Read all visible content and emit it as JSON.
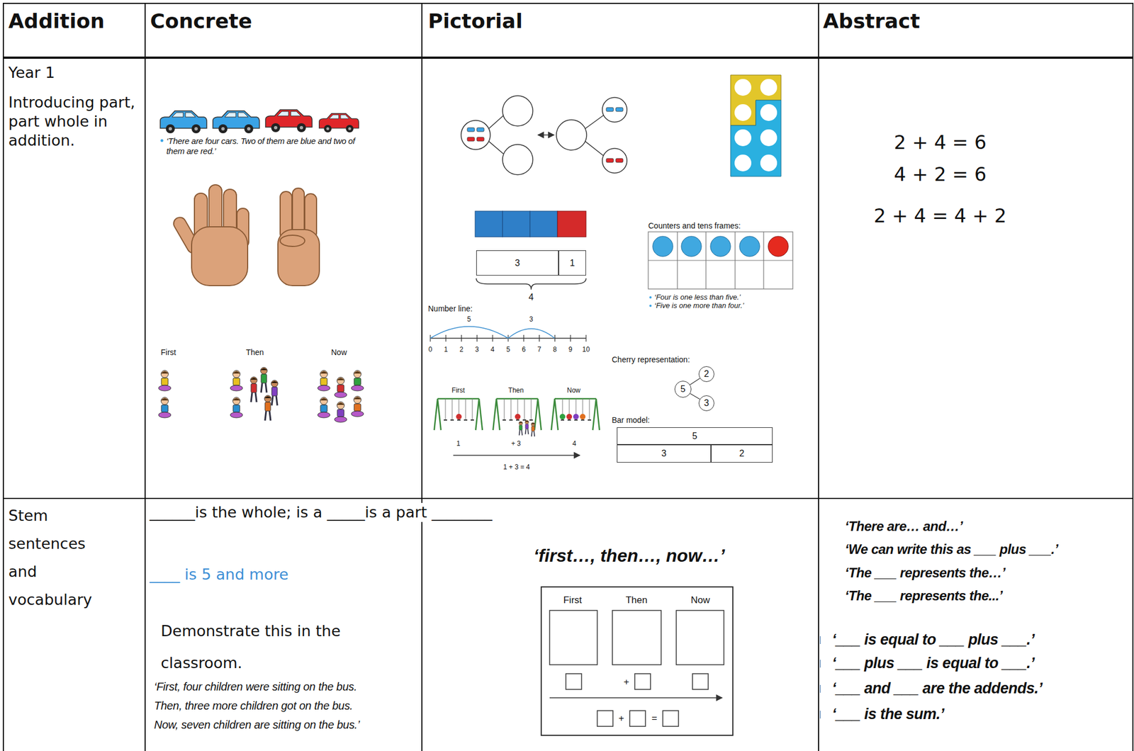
{
  "diagram": {
    "nodes": [
      {
        "text": [
          "Addition"
        ]
      },
      {
        "text": [
          "Concrete"
        ]
      },
      {
        "text": [
          "Pictorial"
        ]
      },
      {
        "text": [
          "Abstract"
        ]
      },
      {
        "text": [
          "Year 1",
          "Introducing part, part whole in addition."
        ]
      },
      {
        "text": [
          "‘There are four cars. Two of them are blue and two of them are red.’",
          "First",
          "Then",
          "Now"
        ]
      },
      {
        "text": [
          "Counters and tens frames:",
          "4",
          "‘Four is one less than five.’",
          "‘Five is one more than four.’",
          "Number line:",
          "5",
          "3",
          "0",
          "1",
          "2",
          "3",
          "4",
          "5",
          "6",
          "7",
          "8",
          "9",
          "10",
          "Cherry representation:",
          "First",
          "Then",
          "Now",
          "1",
          "+ 3",
          "4",
          "1 + 3 = 4",
          "Bar model:"
        ]
      },
      {
        "text": [
          "3"
        ],
        "in": 6
      },
      {
        "text": [
          "1"
        ],
        "in": 6
      },
      {
        "text": [
          "5"
        ],
        "in": 6
      },
      {
        "text": [
          "2"
        ],
        "in": 6
      },
      {
        "text": [
          "3"
        ],
        "in": 6
      },
      {
        "text": [
          "5"
        ],
        "in": 6
      },
      {
        "text": [
          "3"
        ],
        "in": 6
      },
      {
        "text": [
          "2"
        ],
        "in": 6
      },
      {
        "text": [
          "2 + 4 = 6",
          "4 + 2 = 6",
          "2 + 4 = 4 + 2"
        ]
      },
      {
        "text": [
          "Stem sentences and vocabulary"
        ]
      },
      {
        "text": [
          "______is the whole; is a _____is a part ________",
          "____ is 5 and more",
          "Demonstrate this in the classroom.",
          "‘First, four children were sitting on the bus.",
          "Then, three more children got on the bus.",
          "Now, seven children are sitting on the bus.’"
        ]
      },
      {
        "text": [
          "‘first…, then…, now…’"
        ]
      },
      {
        "text": [
          "First",
          "Then",
          "Now",
          "+",
          "+",
          "="
        ],
        "in": 18
      },
      {
        "text": [
          "‘There are… and…’",
          "‘We can write this as ___ plus ___.’",
          "‘The ___ represents the…’",
          "‘The ___ represents the...’",
          "‘___ is equal to ___ plus ___.’",
          "‘___ plus ___ is equal to ___.’",
          "‘___ and ___ are the addends.’",
          "‘___ is the sum.’"
        ]
      }
    ],
    "edges": [
      {
        "from": 9,
        "to": 10,
        "arrow": "none"
      },
      {
        "from": 9,
        "to": 11,
        "arrow": "none"
      }
    ]
  }
}
